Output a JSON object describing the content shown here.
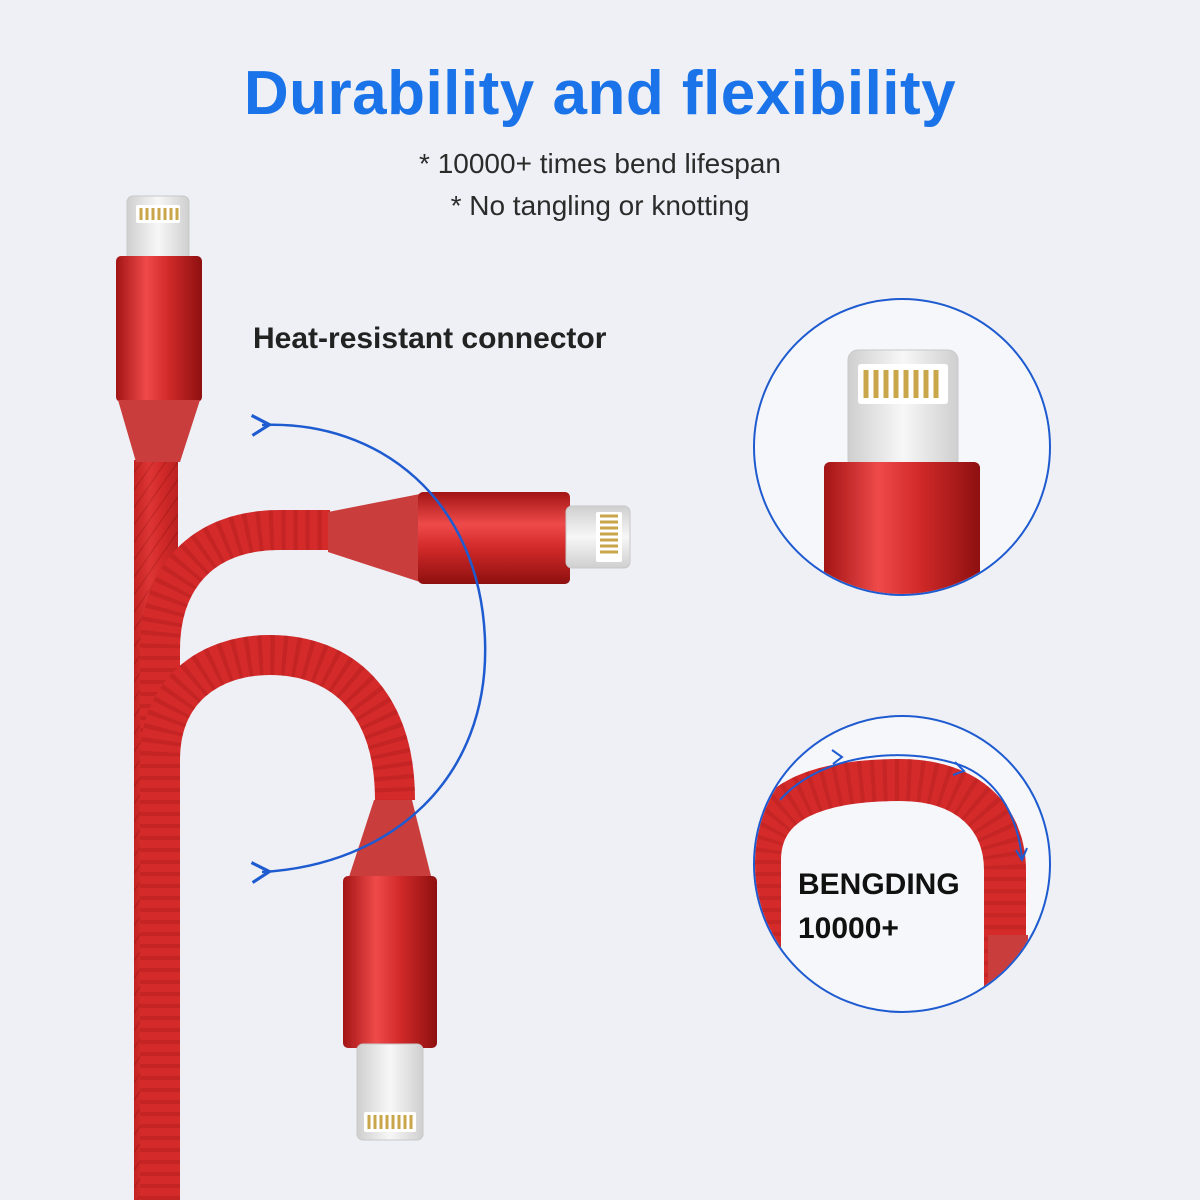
{
  "heading": {
    "title": "Durability and flexibility",
    "bullets": [
      "* 10000+ times bend lifespan",
      "* No tangling or knotting"
    ]
  },
  "callouts": {
    "connector": "Heat-resistant connector",
    "bending_line1": "BENGDING",
    "bending_line2": "10000+"
  },
  "colors": {
    "background": "#eef0f5",
    "title": "#1a73e8",
    "cable": "#d42a2a",
    "arrow": "#1e5bd0",
    "connector_silver": "#e6e6e6",
    "pins_gold": "#c9a64a"
  }
}
